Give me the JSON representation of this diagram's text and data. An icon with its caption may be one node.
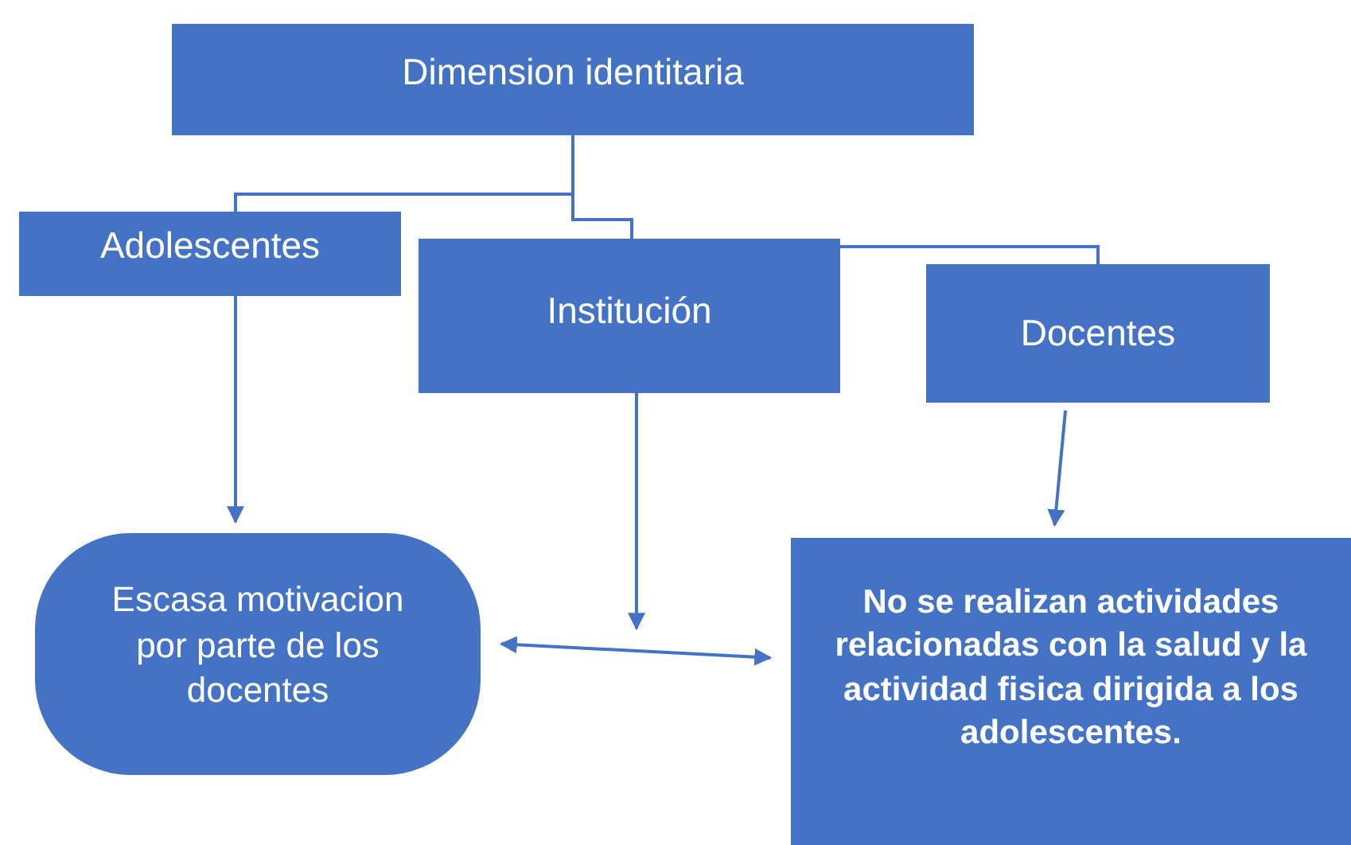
{
  "diagram": {
    "nodes": [
      {
        "text": [
          "Dimension identitaria"
        ]
      },
      {
        "text": [
          "Adolescentes"
        ]
      },
      {
        "text": [
          "Institución"
        ]
      },
      {
        "text": [
          "Docentes"
        ]
      },
      {
        "text": [
          "Escasa motivacion por parte de los docentes"
        ]
      },
      {
        "text": [
          "No se realizan actividades relacionadas con la salud y la actividad fisica dirigida a los adolescentes."
        ]
      }
    ],
    "edges": [
      {
        "from": 0,
        "to": 1,
        "arrow": "none"
      },
      {
        "from": 0,
        "to": 2,
        "arrow": "none"
      },
      {
        "from": 2,
        "to": 3,
        "arrow": "none"
      },
      {
        "from": 1,
        "to": 4,
        "arrow": "to"
      },
      {
        "from": 2,
        "to": null,
        "arrow": "to"
      },
      {
        "from": 3,
        "to": 5,
        "arrow": "to"
      },
      {
        "from": 4,
        "to": 5,
        "arrow": "both"
      }
    ]
  }
}
